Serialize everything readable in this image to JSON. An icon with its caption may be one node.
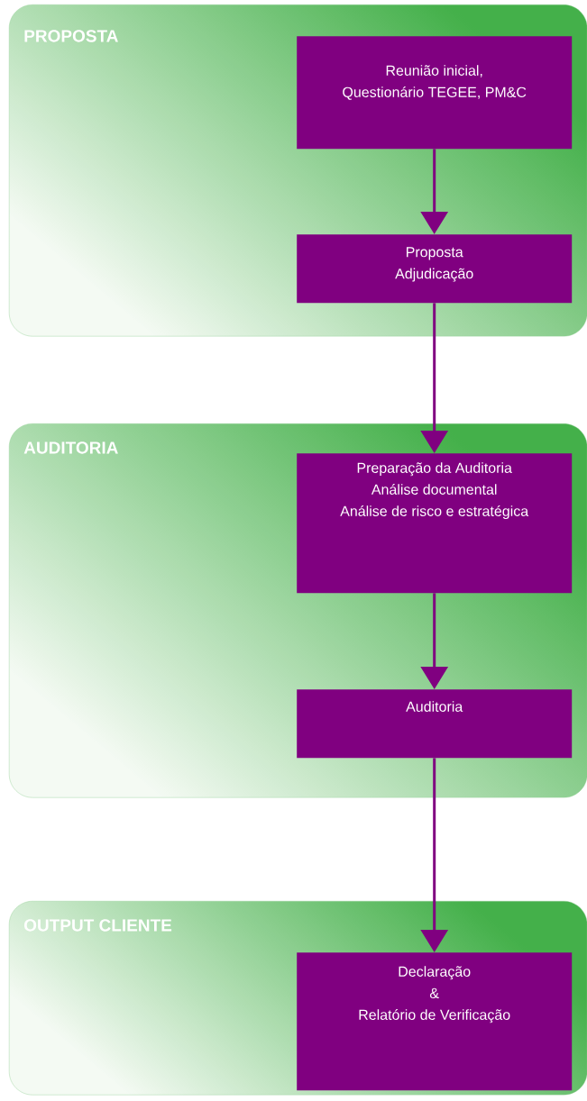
{
  "diagram": {
    "nodes": [
      {
        "text": [
          "PROPOSTA"
        ]
      },
      {
        "text": [
          "Reunião inicial,",
          "Questionário TEGEE, PM&C"
        ],
        "in": 0
      },
      {
        "text": [
          "Proposta",
          "Adjudicação"
        ],
        "in": 0
      },
      {
        "text": [
          "AUDITORIA"
        ]
      },
      {
        "text": [
          "Preparação da Auditoria",
          "Análise documental",
          "Análise de risco e estratégica"
        ],
        "in": 3
      },
      {
        "text": [
          "Auditoria"
        ],
        "in": 3
      },
      {
        "text": [
          "OUTPUT CLIENTE"
        ]
      },
      {
        "text": [
          "Declaração",
          "&",
          "Relatório de Verificação"
        ],
        "in": 6
      }
    ],
    "edges": [
      {
        "from": 1,
        "to": 2,
        "arrow": "to"
      },
      {
        "from": 2,
        "to": 4,
        "arrow": "to"
      },
      {
        "from": 4,
        "to": 5,
        "arrow": "to"
      },
      {
        "from": 5,
        "to": 7,
        "arrow": "to"
      }
    ]
  }
}
